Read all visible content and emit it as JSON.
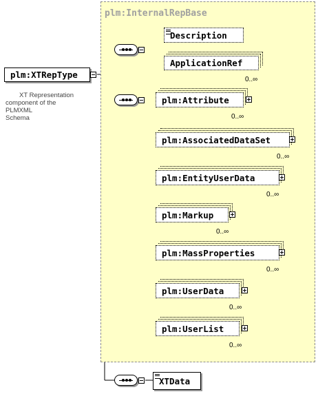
{
  "root": {
    "label": "plm:XTRepType"
  },
  "documentation": {
    "line1": "XT Representation",
    "line2": "component of the PLMXML",
    "line3": "Schema"
  },
  "base_type": {
    "title": "plm:InternalRepBase"
  },
  "base_sequence": {
    "elements": [
      {
        "label": "Description",
        "occurrence": ""
      },
      {
        "label": "ApplicationRef",
        "occurrence": "0..∞"
      }
    ]
  },
  "choice_sequence": {
    "elements": [
      {
        "label": "plm:Attribute",
        "occurrence": "0..∞"
      },
      {
        "label": "plm:AssociatedDataSet",
        "occurrence": "0..∞"
      },
      {
        "label": "plm:EntityUserData",
        "occurrence": "0..∞"
      },
      {
        "label": "plm:Markup",
        "occurrence": "0..∞"
      },
      {
        "label": "plm:MassProperties",
        "occurrence": "0..∞"
      },
      {
        "label": "plm:UserData",
        "occurrence": "0..∞"
      },
      {
        "label": "plm:UserList",
        "occurrence": "0..∞"
      }
    ]
  },
  "xt_sequence": {
    "elements": [
      {
        "label": "XTData",
        "occurrence": ""
      }
    ]
  },
  "colors": {
    "base_fill": "#ffffc8",
    "base_title": "#a0a0a0",
    "doc_text": "#444444"
  },
  "icons": [
    "document-icon",
    "expand-plus-icon",
    "collapse-minus-icon",
    "sequence-compositor-icon"
  ]
}
